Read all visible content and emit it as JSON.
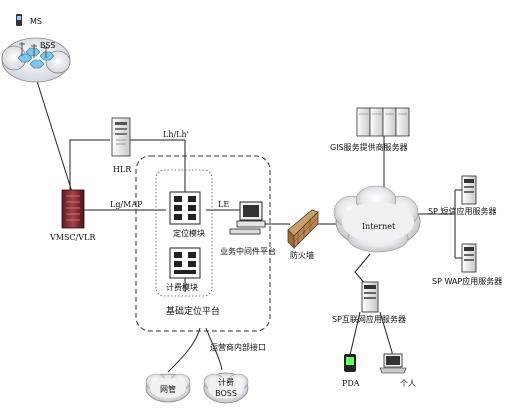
{
  "labels": {
    "ms": "MS",
    "bss": "BSS",
    "hlr": "HLR",
    "vmsc_vlr": "VMSC/VLR",
    "lh": "Lh/Lh'",
    "lg_map": "Lg/MAP",
    "le": "LE",
    "positioning_module": "定位模块",
    "billing_module": "计费模块",
    "base_platform": "基础定位平台",
    "middleware_platform": "业务中间件平台",
    "firewall": "防火墙",
    "internet": "Internet",
    "gis_server": "GIS服务提供商服务器",
    "sp_sms_server": "SP 短信应用服务器",
    "sp_wap_server": "SP WAP应用服务器",
    "sp_internet_server": "SP互联网应用服务器",
    "pda": "PDA",
    "personal": "个人",
    "operator_interface": "运营商内部接口",
    "network_mgmt": "网管",
    "billing_boss": "计费\nBOSS"
  }
}
